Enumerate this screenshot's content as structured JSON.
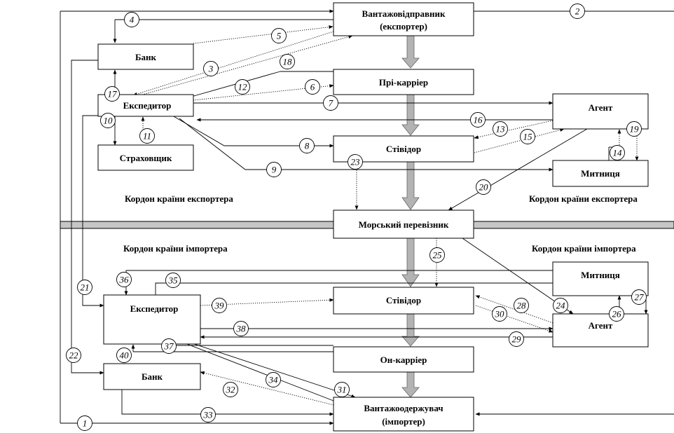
{
  "nodes": {
    "shipper": [
      "Вантажовідправник",
      "(експортер)"
    ],
    "bank_exp": "Банк",
    "precarrier": "Прі-карріер",
    "forwarder_exp": "Експедитор",
    "agent_exp": "Агент",
    "insurer": "Страховщик",
    "stevedore_exp": "Стівідор",
    "customs_exp": "Митниця",
    "carrier": "Морський перевізник",
    "customs_imp": "Митниця",
    "forwarder_imp": "Експедитор",
    "stevedore_imp": "Стівідор",
    "agent_imp": "Агент",
    "oncarrier": "Он-карріер",
    "bank_imp": "Банк",
    "consignee": [
      "Вантажоодержувач",
      "(імпортер)"
    ]
  },
  "regions": {
    "exporter_border_left": "Кордон країни експортера",
    "exporter_border_right": "Кордон країни експортера",
    "importer_border_left": "Кордон країни імпортера",
    "importer_border_right": "Кордон країни імпортера"
  },
  "step_labels": [
    "1",
    "2",
    "3",
    "4",
    "5",
    "6",
    "7",
    "8",
    "9",
    "10",
    "11",
    "12",
    "13",
    "14",
    "15",
    "16",
    "17",
    "18",
    "19",
    "20",
    "21",
    "22",
    "23",
    "24",
    "25",
    "26",
    "27",
    "28",
    "29",
    "30",
    "31",
    "32",
    "33",
    "34",
    "35",
    "36",
    "37",
    "38",
    "39",
    "40"
  ]
}
